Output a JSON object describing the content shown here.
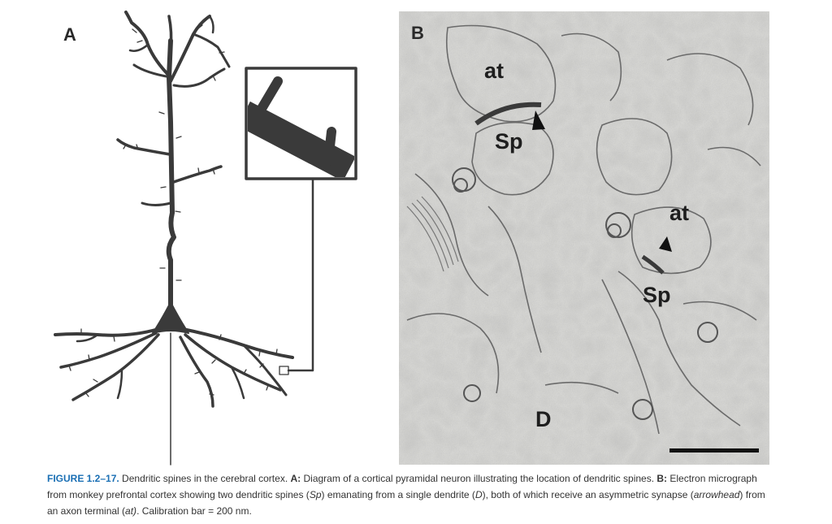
{
  "figure": {
    "panel_a_label": "A",
    "panel_b_label": "B",
    "em_labels": {
      "at_top": "at",
      "sp_top": "Sp",
      "at_right": "at",
      "sp_right": "Sp",
      "dendrite": "D"
    }
  },
  "caption": {
    "figure_number": "FIGURE 1.2–17.",
    "title": " Dendritic spines in the cerebral cortex. ",
    "part_a_key": "A:",
    "part_a_text": " Diagram of a cortical pyramidal neuron illustrating the location of dendritic spines. ",
    "part_b_key": "B:",
    "part_b_text_1": " Electron micrograph from monkey prefrontal cortex showing two dendritic spines (",
    "sp_abbrev": "Sp",
    "part_b_text_2": ") emanating from a single dendrite (",
    "d_abbrev": "D",
    "part_b_text_3": "), both of which receive an asymmetric synapse (",
    "arrowhead_word": "arrowhead",
    "part_b_text_4": ") from an axon terminal (",
    "at_abbrev": "at)",
    "part_b_text_5": ". Calibration bar = 200 nm."
  },
  "colors": {
    "neuron": "#3a3a3a",
    "micrograph_bg": "#d9d9d6",
    "caption_accent": "#1a6fb4"
  }
}
